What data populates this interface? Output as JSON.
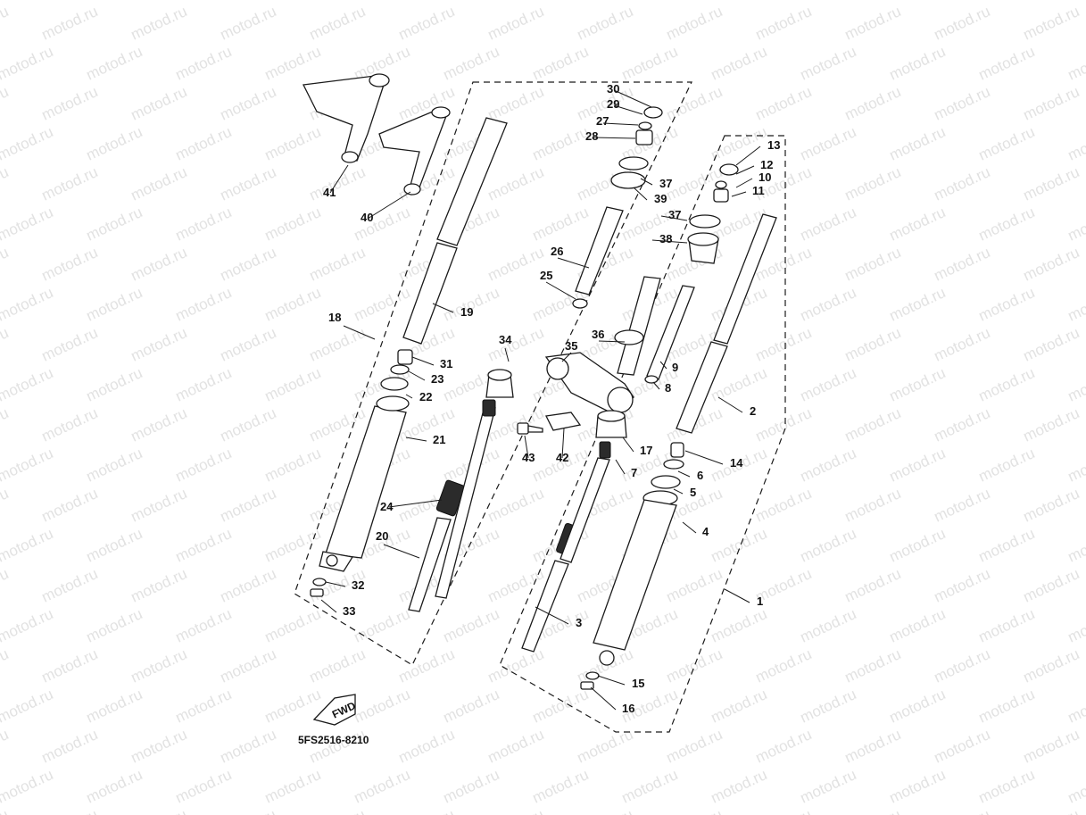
{
  "diagram": {
    "code": "5FS2516-8210",
    "direction_label": "FWD",
    "watermark_text": "motod.ru",
    "callouts": [
      "1",
      "2",
      "3",
      "4",
      "5",
      "6",
      "7",
      "8",
      "9",
      "10",
      "11",
      "12",
      "13",
      "14",
      "15",
      "16",
      "17",
      "18",
      "19",
      "20",
      "21",
      "22",
      "23",
      "24",
      "25",
      "26",
      "27",
      "28",
      "29",
      "30",
      "31",
      "32",
      "33",
      "34",
      "35",
      "36",
      "37",
      "37",
      "38",
      "39",
      "40",
      "41",
      "42",
      "43"
    ],
    "line_color": "#1a1a1a",
    "watermark_color": "#e2e2e2"
  }
}
